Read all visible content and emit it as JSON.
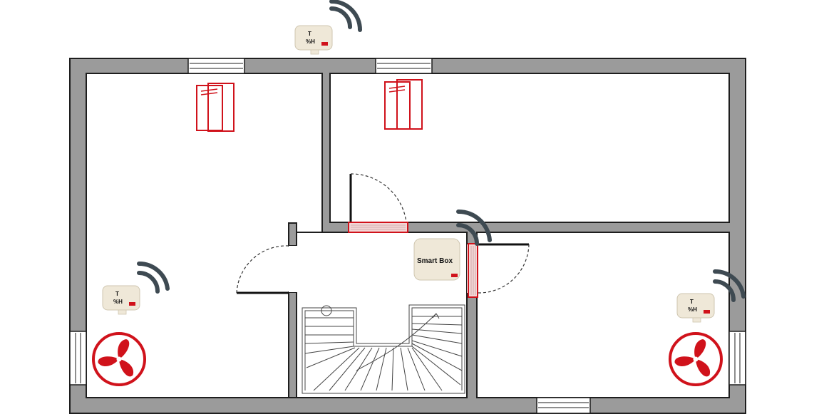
{
  "sensors": [
    {
      "line1": "T",
      "line2": "%H"
    },
    {
      "line1": "T",
      "line2": "%H"
    },
    {
      "line1": "T",
      "line2": "%H"
    }
  ],
  "smart_box": {
    "label": "Smart Box"
  },
  "colors": {
    "accent_red": "#d0121b",
    "wall_gray": "#9b9b9b",
    "wifi_gray": "#3e4a52",
    "device_body": "#efe8d8"
  },
  "icons": [
    "radiator-icon",
    "fan-icon",
    "wifi-icon",
    "sensor-icon",
    "smart-box-icon",
    "staircase-icon",
    "door-icon",
    "window-icon"
  ]
}
